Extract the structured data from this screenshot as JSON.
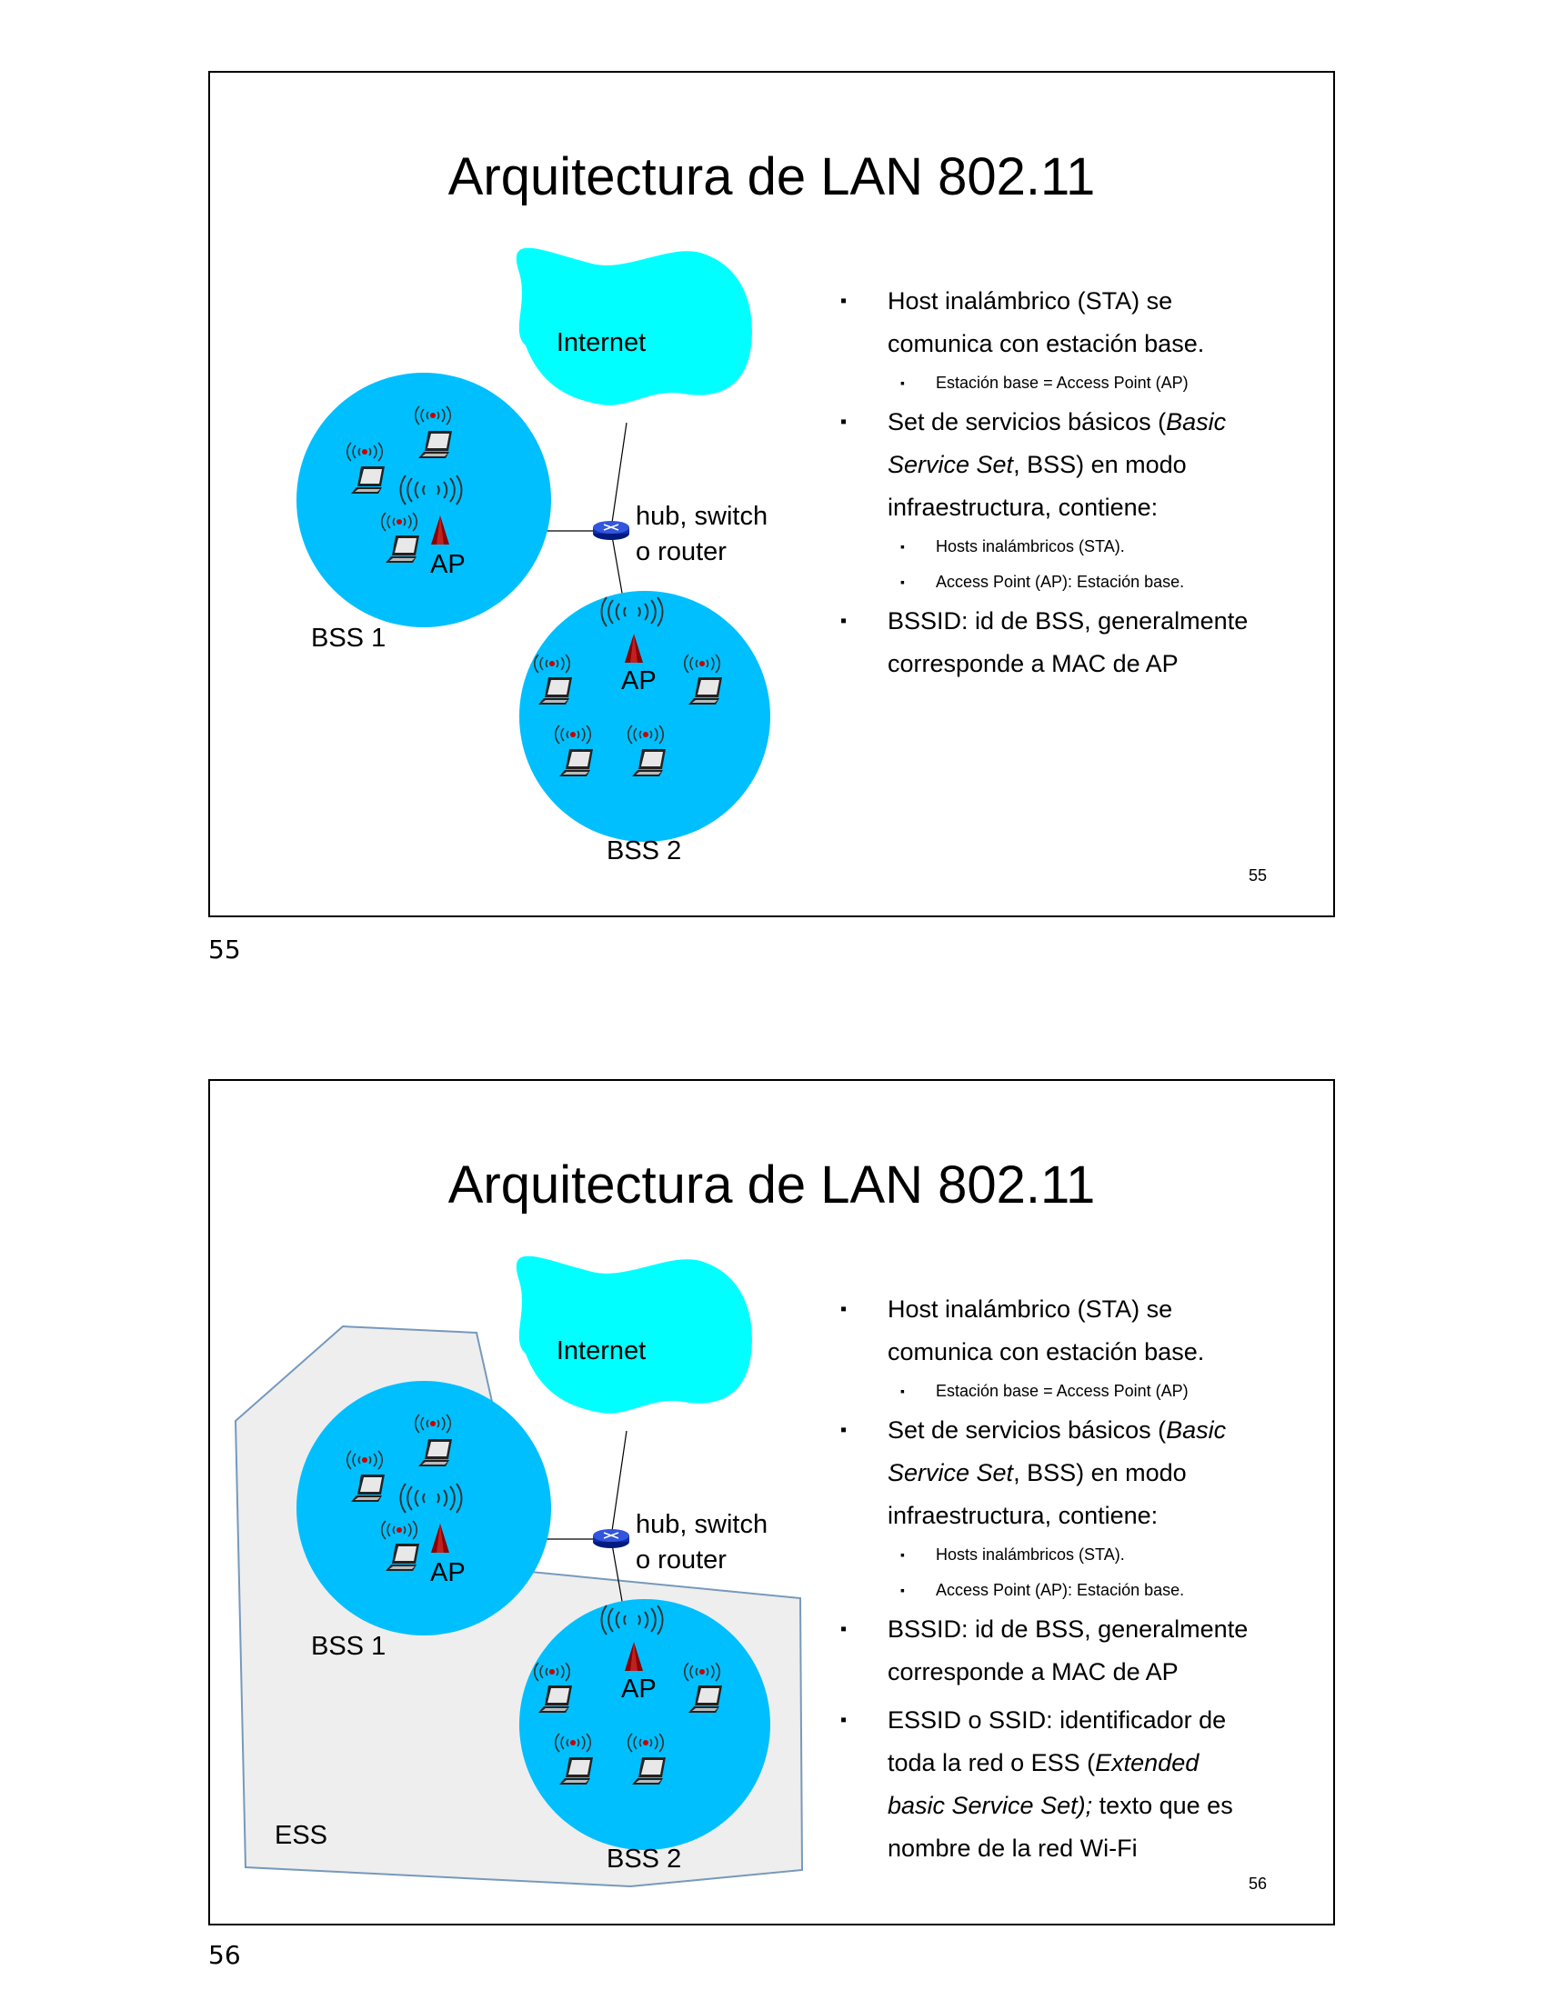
{
  "colors": {
    "bss_cell": "#00bfff",
    "internet_cloud": "#00ffff",
    "ess_area": "#eeeeee",
    "ess_border": "#7799bb",
    "router": "#2233cc",
    "ap_antenna": "#8b0000"
  },
  "icons": [
    "laptop-icon",
    "wifi-signal-icon",
    "ap-antenna-icon",
    "router-icon",
    "cloud-icon"
  ],
  "slides": [
    {
      "title": "Arquitectura de LAN 802.11",
      "diagram": {
        "internet": "Internet",
        "router_line1": "hub, switch",
        "router_line2": "o router",
        "ap1": "AP",
        "ap2": "AP",
        "bss1": "BSS 1",
        "bss2": "BSS 2"
      },
      "bullets": [
        {
          "line1": "Host inalámbrico (STA) se",
          "line2": "comunica con estación base.",
          "sub": [
            "Estación base = Access Point (AP)"
          ]
        },
        {
          "line1_pre": "Set de servicios básicos (",
          "line1_em": "Basic",
          "line2_em": "Service Set",
          "line2_post": ", BSS) en modo",
          "line3": "infraestructura, contiene:",
          "sub": [
            "Hosts inalámbricos (STA).",
            "Access Point (AP): Estación base."
          ]
        },
        {
          "line1": "BSSID: id de BSS, generalmente",
          "line2": "corresponde a MAC de AP"
        }
      ],
      "number": "55"
    },
    {
      "title": "Arquitectura de LAN 802.11",
      "diagram": {
        "internet": "Internet",
        "router_line1": "hub, switch",
        "router_line2": "o router",
        "ap1": "AP",
        "ap2": "AP",
        "bss1": "BSS 1",
        "bss2": "BSS 2",
        "ess": "ESS"
      },
      "bullets": [
        {
          "line1": "Host inalámbrico (STA) se",
          "line2": "comunica con estación base.",
          "sub": [
            "Estación base = Access Point (AP)"
          ]
        },
        {
          "line1_pre": "Set de servicios básicos (",
          "line1_em": "Basic",
          "line2_em": "Service Set",
          "line2_post": ", BSS) en modo",
          "line3": "infraestructura, contiene:",
          "sub": [
            "Hosts inalámbricos (STA).",
            "Access Point (AP): Estación base."
          ]
        },
        {
          "line1": "BSSID: id de BSS, generalmente",
          "line2": "corresponde a MAC de AP"
        },
        {
          "line1": "ESSID o SSID: identificador de",
          "line2_pre": "toda la red o ESS (",
          "line2_em": "Extended",
          "line3_em": "basic Service Set);",
          "line3_post": " texto que es",
          "line4": "nombre de la red Wi-Fi"
        }
      ],
      "number": "56"
    }
  ],
  "page_labels": [
    "55",
    "56"
  ]
}
